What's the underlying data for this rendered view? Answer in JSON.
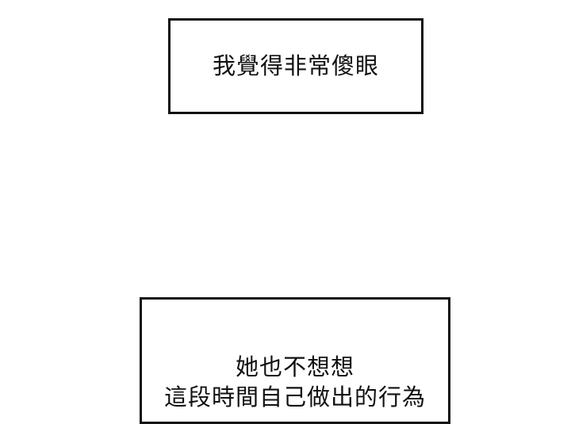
{
  "panels": [
    {
      "lines": [
        "我覺得非常傻眼"
      ]
    },
    {
      "lines": [
        "她也不想想",
        "這段時間自己做出的行為"
      ]
    }
  ]
}
